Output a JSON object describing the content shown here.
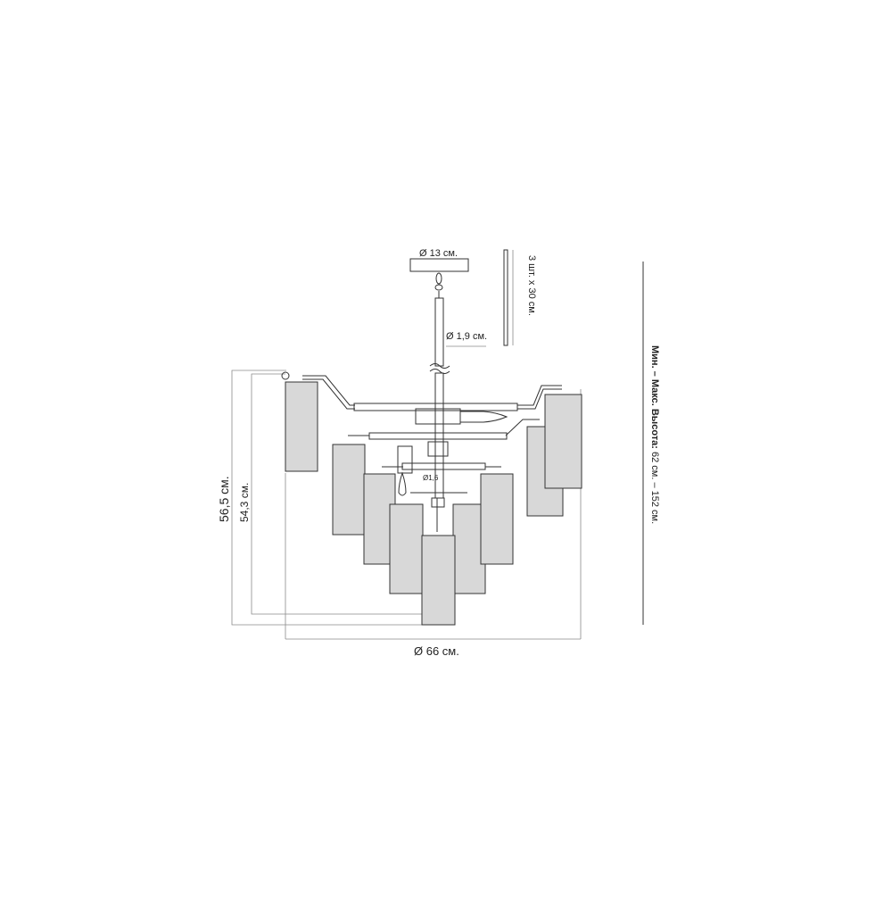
{
  "labels": {
    "canopy_diameter": "Ø 13 см.",
    "rod_diameter": "Ø 1,9 см.",
    "rods_spec": "3 шт. х 30 см.",
    "small_diameter": "Ø1,6",
    "height_outer": "56,5 см.",
    "height_inner": "54,3 см.",
    "width": "Ø 66 см.",
    "height_range_bold": "Мин. – Макс. Высота:",
    "height_range_value": " 62 см. – 152 см."
  },
  "colors": {
    "line": "#333333",
    "dimension": "#8a8a8a",
    "shade": "#d8d8d8",
    "background": "#ffffff"
  }
}
